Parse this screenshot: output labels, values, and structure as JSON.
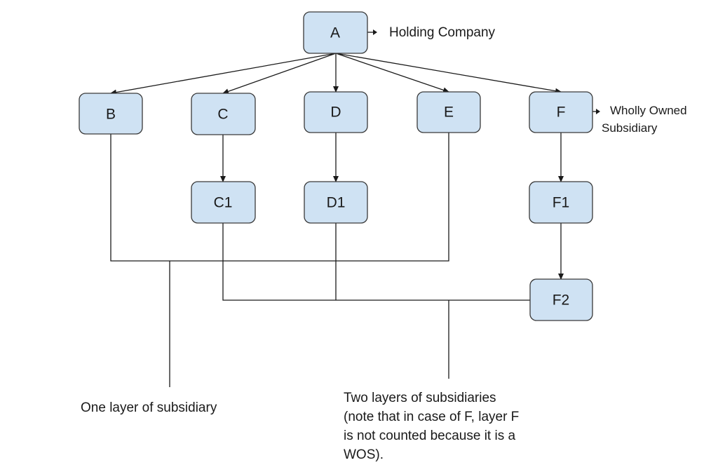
{
  "nodes": {
    "A": "A",
    "B": "B",
    "C": "C",
    "D": "D",
    "E": "E",
    "F": "F",
    "C1": "C1",
    "D1": "D1",
    "F1": "F1",
    "F2": "F2"
  },
  "annotations": {
    "holding_company": "Holding Company",
    "wholly_owned_line1": "Wholly Owned",
    "wholly_owned_line2": "Subsidiary",
    "one_layer": "One layer of subsidiary",
    "two_layers": [
      "Two layers of subsidiaries",
      "(note that in case of F, layer F",
      "is not counted because it is a",
      "WOS)."
    ]
  },
  "colors": {
    "node_fill": "#cfe2f3",
    "node_border": "#3a3a3a",
    "line": "#1a1a1a"
  }
}
